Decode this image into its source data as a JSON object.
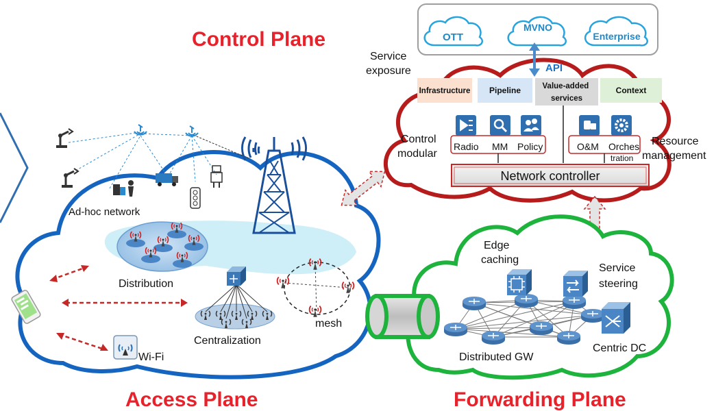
{
  "titles": {
    "control_plane": "Control Plane",
    "access_plane": "Access Plane",
    "forwarding_plane": "Forwarding Plane"
  },
  "service_box": {
    "clouds": [
      "OTT",
      "MVNO",
      "Enterprise"
    ],
    "service_exposure": [
      "Service",
      "exposure"
    ],
    "api": "API"
  },
  "control_cloud": {
    "tabs": [
      "Infrastructure",
      "Pipeline",
      [
        "Value-added",
        "services"
      ],
      "Context"
    ],
    "control_modular": [
      "Control",
      "modular"
    ],
    "resource_management": [
      "Resource",
      "management"
    ],
    "modules_left": [
      "Radio",
      "MM",
      "Policy"
    ],
    "modules_right": [
      "O&M",
      "Orches"
    ],
    "tration_suffix": "tration",
    "network_controller": "Network controller"
  },
  "access_cloud": {
    "adhoc_network": "Ad-hoc network",
    "distribution": "Distribution",
    "centralization": "Centralization",
    "mesh": "mesh",
    "wifi": "Wi-Fi"
  },
  "forwarding_cloud": {
    "edge_caching": [
      "Edge",
      "caching"
    ],
    "service_steering": [
      "Service",
      "steering"
    ],
    "distributed_gw": "Distributed GW",
    "centric_dc": "Centric DC"
  },
  "colors": {
    "title_red": "#e8222b",
    "access_blue": "#1565c0",
    "control_red": "#b71c1c",
    "forwarding_green": "#1db33c",
    "icon_blue": "#2f6fb0"
  }
}
